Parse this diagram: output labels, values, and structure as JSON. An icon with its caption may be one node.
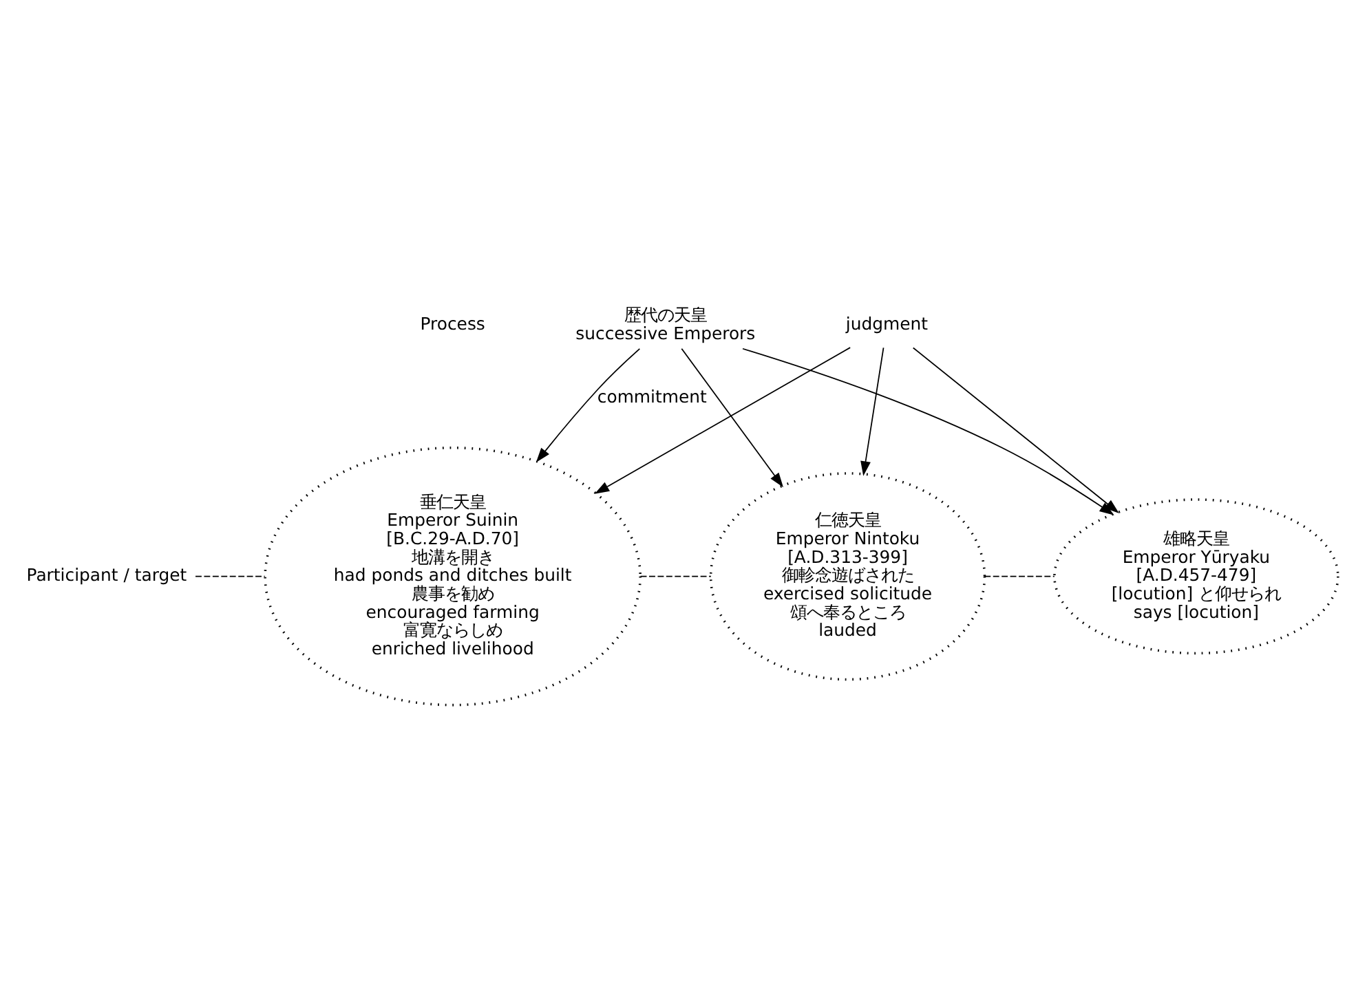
{
  "diagram": {
    "nodes": [
      {
        "text": [
          "歴代の天皇",
          "successive Emperors"
        ]
      },
      {
        "text": [
          "垂仁天皇",
          "Emperor Suinin",
          "[B.C.29-A.D.70]",
          "地溝を開き",
          "had ponds and ditches built",
          "農事を勧め",
          "encouraged farming",
          "富寛ならしめ",
          "enriched livelihood"
        ]
      },
      {
        "text": [
          "仁徳天皇",
          "Emperor Nintoku",
          "[A.D.313-399]",
          "御軫念遊ばされた",
          "exercised solicitude",
          "頌へ奉るところ",
          "lauded"
        ]
      },
      {
        "text": [
          "雄略天皇",
          "Emperor Yūryaku",
          "[A.D.457-479]",
          "[locution] と仰せられ",
          "says [locution]"
        ]
      },
      {
        "text": [
          "Participant / target"
        ]
      },
      {
        "text": [
          "judgment"
        ]
      }
    ],
    "edges": [
      {
        "from": 0,
        "to": 1,
        "arrow": "to",
        "label": "commitment"
      },
      {
        "from": 0,
        "to": 2,
        "arrow": "to"
      },
      {
        "from": 0,
        "to": 3,
        "arrow": "to"
      },
      {
        "from": 4,
        "to": 1,
        "arrow": "none",
        "style": "dashed"
      },
      {
        "from": 1,
        "to": 2,
        "arrow": "none",
        "style": "dashed"
      },
      {
        "from": 2,
        "to": 3,
        "arrow": "none",
        "style": "dashed"
      },
      {
        "from": 5,
        "to": 1,
        "arrow": "to"
      },
      {
        "from": 5,
        "to": 2,
        "arrow": "to"
      },
      {
        "from": 5,
        "to": 3,
        "arrow": "to"
      }
    ],
    "labels": [
      "Process"
    ]
  }
}
